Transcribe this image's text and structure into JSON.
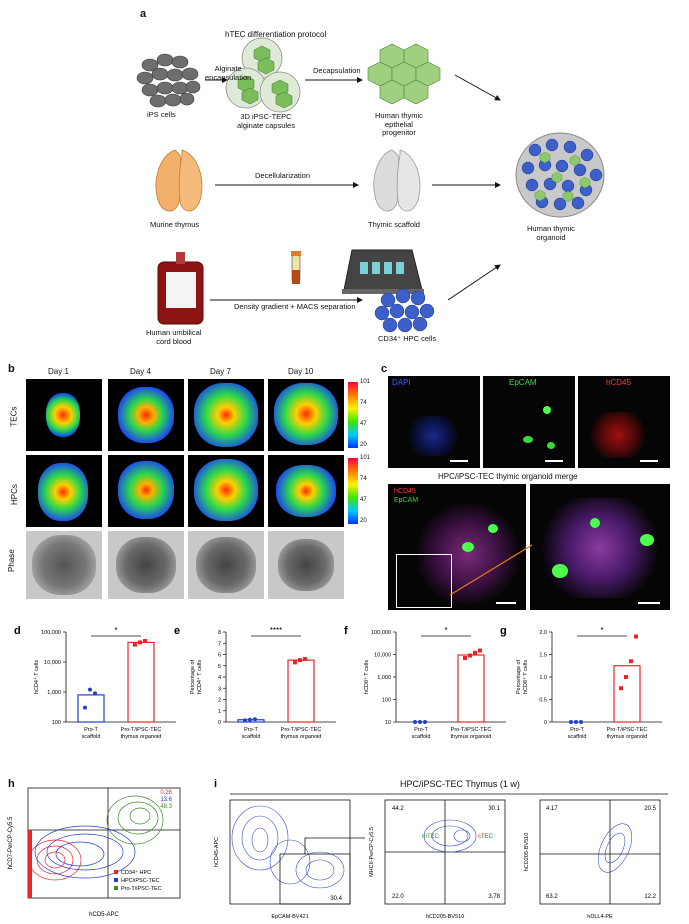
{
  "panel_a": {
    "label": "a",
    "protocol_title": "hTEC differentiation protocol",
    "alginate_step": "Alginate\nencapsulation",
    "ips_cells": "iPS cells",
    "capsules": "3D iPSC-TEPC\nalginate capsules",
    "decapsulation": "Decapsulation",
    "progenitor": "Human thymic\nepthelial\nprogenitor",
    "murine_thymus": "Murine thymus",
    "decellularization": "Decellularization",
    "scaffold": "Thymic scaffold",
    "organoid": "Human thymic\norganoid",
    "cord_blood": "Human umbilical\ncord blood",
    "separation": "Density gradient + MACS separation",
    "hpc_cells": "CD34⁺ HPC cells"
  },
  "panel_b": {
    "label": "b",
    "days": [
      "Day 1",
      "Day 4",
      "Day 7",
      "Day 10"
    ],
    "rows": [
      "TECs",
      "HPCs",
      "Phase"
    ],
    "colorbar_ticks": [
      "101",
      "74",
      "47",
      "20"
    ]
  },
  "panel_c": {
    "label": "c",
    "channels": [
      "DAPI",
      "EpCAM",
      "hCD45"
    ],
    "merge_title": "HPC/iPSC-TEC thymic organoid merge",
    "merge_legend": [
      "hCD45",
      "EpCAM"
    ]
  },
  "panel_h": {
    "label": "h",
    "ylabel": "hCD7-PerCP-Cy5.5",
    "xlabel": "hCD5-APC",
    "quadrant_values": [
      "0.26",
      "13.6",
      "48.3"
    ],
    "legend": [
      "CD34⁺ HPC",
      "HPC/iPSC-TEC",
      "Pro-T/iPSC-TEC"
    ]
  },
  "panel_i": {
    "label": "i",
    "title": "HPC/iPSC-TEC Thymus (1 w)",
    "p1": {
      "ylabel": "hCD45-APC",
      "xlabel": "EpCAM-BV421",
      "gate": "30.4"
    },
    "p2": {
      "ylabel": "MHCII-PerCP-Cy5.5",
      "xlabel": "hCD205-BV510",
      "q": [
        "44.2",
        "30.1",
        "22.0",
        "3.78"
      ],
      "mtec": "mTEC",
      "ctec": "cTEC"
    },
    "p3": {
      "ylabel": "hCD205-BV510",
      "xlabel": "hDLL4-PE",
      "q": [
        "4.17",
        "20.5",
        "63.2",
        "12.2"
      ]
    }
  },
  "chart_data": [
    {
      "type": "bar",
      "label": "d",
      "scale": "log",
      "ylabel": "hCD4⁺ T cells",
      "categories": [
        "Pro-T\nscaffold",
        "Pro-T/iPSC-TEC\nthymus organoid"
      ],
      "values": [
        800,
        45000
      ],
      "points": [
        [
          300,
          1200,
          900
        ],
        [
          38000,
          45000,
          50000
        ]
      ],
      "ylim": [
        100,
        100000
      ],
      "yticks": [
        "100",
        "1,000",
        "10,000",
        "100,000"
      ],
      "significance": "*",
      "colors": [
        "#1f3fd1",
        "#e8252b"
      ]
    },
    {
      "type": "bar",
      "label": "e",
      "scale": "linear",
      "ylabel": "Percentage of\nhCD4⁺ T cells",
      "categories": [
        "Pro-T\nscaffold",
        "Pro-T/iPSC-TEC\nthymus organoid"
      ],
      "values": [
        0.2,
        5.5
      ],
      "points": [
        [
          0.15,
          0.2,
          0.25
        ],
        [
          5.3,
          5.5,
          5.6
        ]
      ],
      "ylim": [
        0,
        8
      ],
      "yticks": [
        "0",
        "1",
        "2",
        "3",
        "4",
        "5",
        "6",
        "7",
        "8"
      ],
      "significance": "****",
      "colors": [
        "#1f3fd1",
        "#e8252b"
      ]
    },
    {
      "type": "bar",
      "label": "f",
      "scale": "log",
      "ylabel": "hCD8⁺ T cells",
      "categories": [
        "Pro-T\nscaffold",
        "Pro-T/iPSC-TEC\nthymus organoid"
      ],
      "values": [
        10,
        9500
      ],
      "points": [
        [
          10,
          10,
          10
        ],
        [
          7000,
          9000,
          12000,
          15000
        ]
      ],
      "ylim": [
        10,
        100000
      ],
      "yticks": [
        "10",
        "100",
        "1,000",
        "10,000",
        "100,000"
      ],
      "significance": "*",
      "colors": [
        "#1f3fd1",
        "#e8252b"
      ]
    },
    {
      "type": "bar",
      "label": "g",
      "scale": "linear",
      "ylabel": "Percentage of\nhCD8⁺ T cells",
      "categories": [
        "Pro-T\nscaffold",
        "Pro-T/iPSC-TEC\nthymus organoid"
      ],
      "values": [
        0,
        1.25
      ],
      "points": [
        [
          0,
          0,
          0
        ],
        [
          0.75,
          1.0,
          1.35,
          1.9
        ]
      ],
      "ylim": [
        0,
        2.0
      ],
      "yticks": [
        "0",
        "0.5",
        "1.0",
        "1.5",
        "2.0"
      ],
      "significance": "*",
      "colors": [
        "#1f3fd1",
        "#e8252b"
      ]
    }
  ]
}
